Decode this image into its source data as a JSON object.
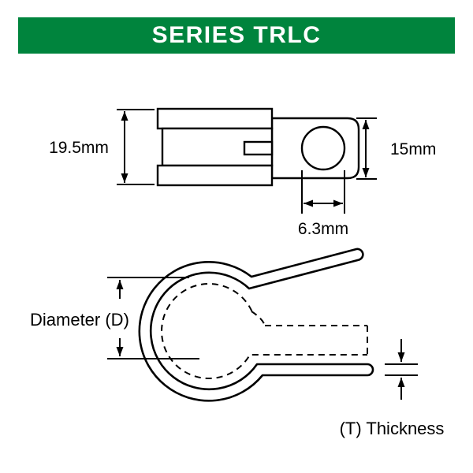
{
  "banner": {
    "title": "SERIES TRLC",
    "bg_color": "#00843D",
    "text_color": "#FFFFFF"
  },
  "front_view": {
    "band_height_label": "19.5mm",
    "tab_height_label": "15mm",
    "hole_diameter_label": "6.3mm"
  },
  "side_view": {
    "diameter_label": "Diameter (D)",
    "thickness_label": "(T) Thickness"
  },
  "colors": {
    "line_color": "#000000",
    "background": "#FFFFFF"
  }
}
